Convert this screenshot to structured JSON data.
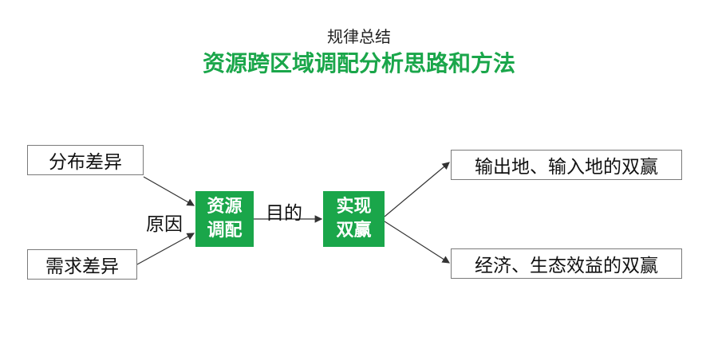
{
  "header": {
    "subtitle": "规律总结",
    "title": "资源跨区域调配分析思路和方法"
  },
  "left_boxes": [
    "分布差异",
    "需求差异"
  ],
  "reason_label": "原因",
  "center_box_1": "资源\n调配",
  "purpose_label": "目的",
  "center_box_2": "实现\n双赢",
  "right_boxes": [
    "输出地、输入地的双赢",
    "经济、生态效益的双赢"
  ],
  "colors": {
    "accent": "#1aa64a",
    "box_border": "#7a7a7a",
    "arrow": "#333333"
  }
}
